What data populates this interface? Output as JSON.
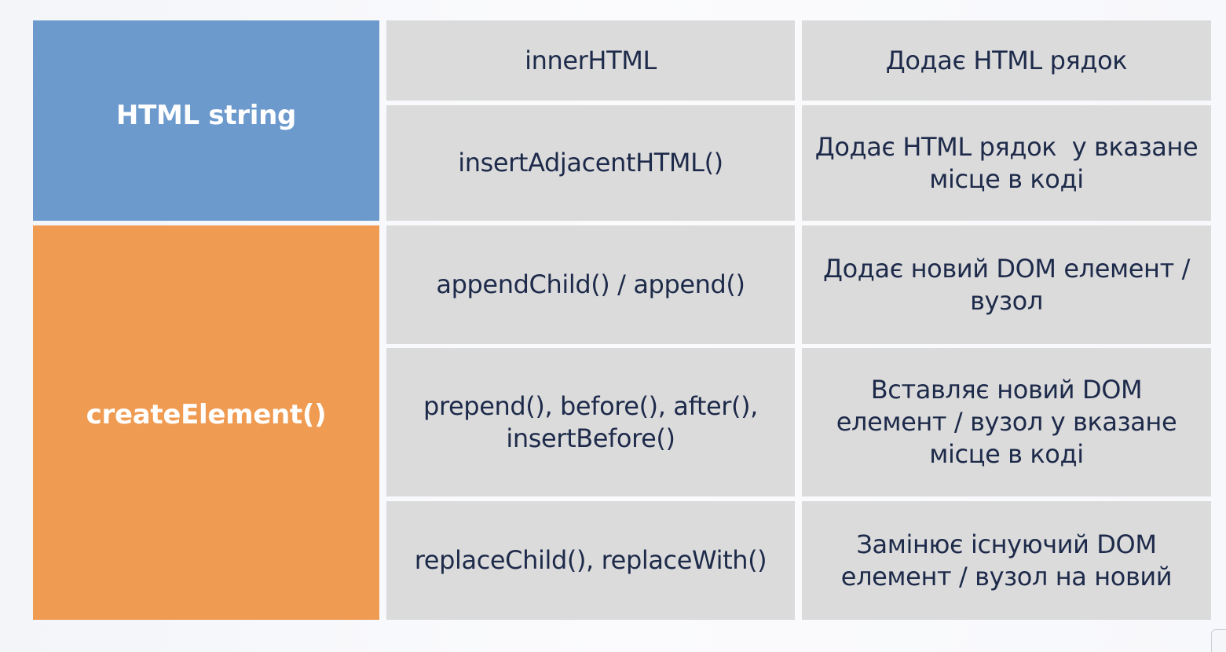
{
  "table": {
    "categories": {
      "html_string": "HTML string",
      "create_element": "createElement()"
    },
    "rows": [
      {
        "method": [
          "innerHTML"
        ],
        "description": [
          "Додає HTML рядок"
        ]
      },
      {
        "method": [
          "insertAdjacentHTML()"
        ],
        "description": [
          "Додає HTML рядок  у вказане",
          "місце в коді"
        ]
      },
      {
        "method": [
          "appendChild() / append()"
        ],
        "description": [
          "Додає новий DOM елемент /",
          "вузол"
        ]
      },
      {
        "method": [
          "prepend(), before(), after(),",
          "insertBefore()"
        ],
        "description": [
          "Вставляє новий DOM",
          "елемент / вузол у вказане",
          "місце в коді"
        ]
      },
      {
        "method": [
          "replaceChild(), replaceWith()"
        ],
        "description": [
          "Замінює існуючий DOM",
          "елемент / вузол на новий"
        ]
      }
    ]
  },
  "colors": {
    "html_string_bg": "#6d9acd",
    "create_element_bg": "#ef9b52",
    "cell_bg": "#dbdbdb",
    "cell_text": "#1d2a4a"
  }
}
